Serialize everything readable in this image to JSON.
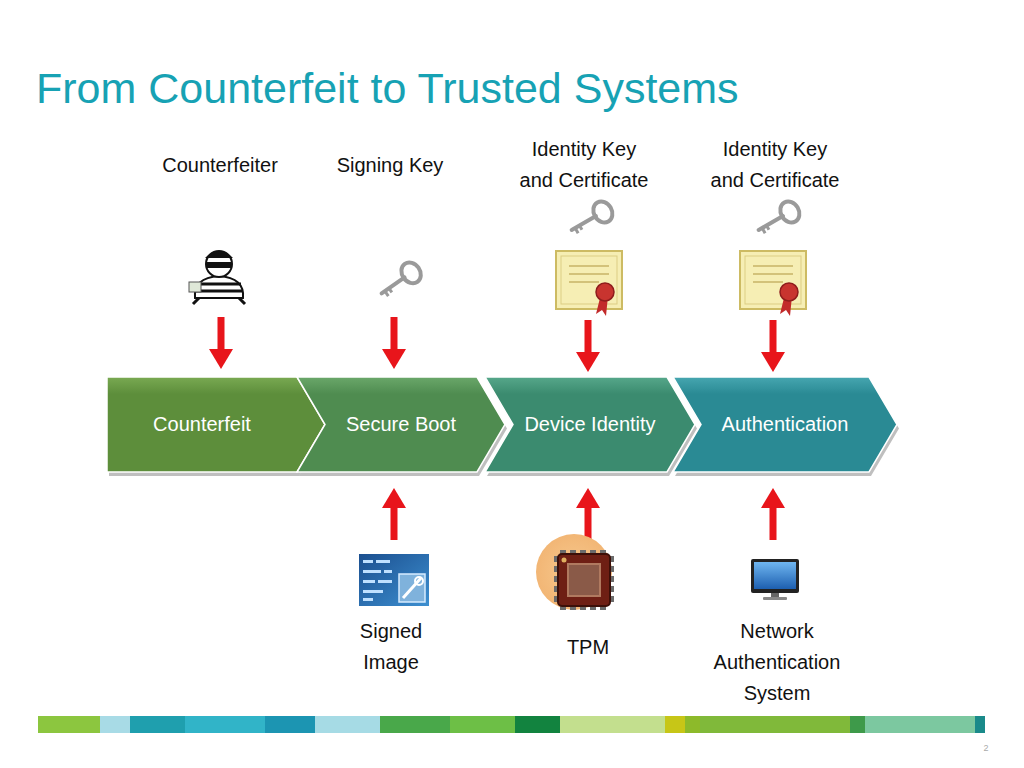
{
  "diagram": {
    "title": "From Counterfeit to Trusted Systems",
    "nodes": [
      {
        "text": [
          "Counterfeit"
        ]
      },
      {
        "text": [
          "Secure Boot"
        ]
      },
      {
        "text": [
          "Device Identity"
        ]
      },
      {
        "text": [
          "Authentication"
        ]
      }
    ],
    "labels": [
      "Counterfeiter",
      "Signing Key",
      "Identity Key and Certificate",
      "Identity Key and Certificate",
      "Signed Image",
      "TPM",
      "Network Authentication System",
      "2"
    ]
  }
}
